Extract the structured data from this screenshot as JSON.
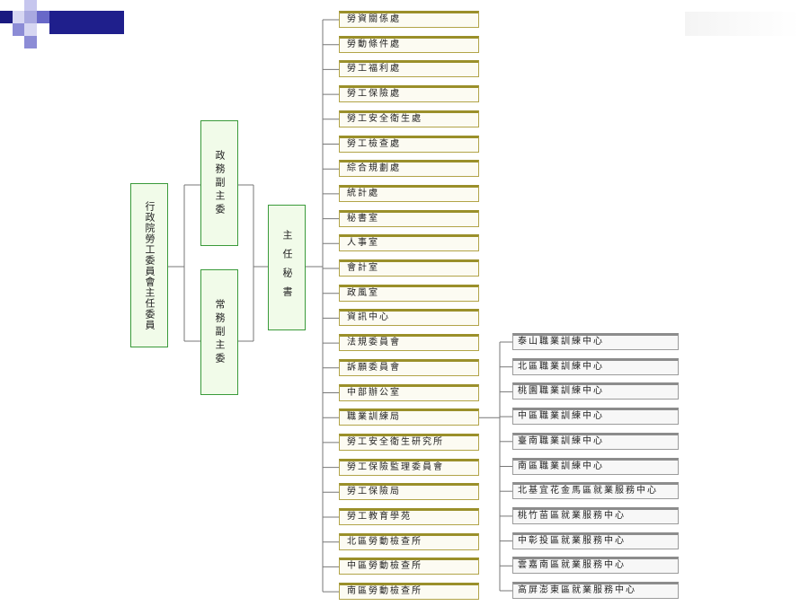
{
  "chief": "行政院勞工委員會主任委員",
  "deputies": [
    "政務副主委",
    "常務副主委"
  ],
  "secretary": "主任秘書",
  "units": [
    "勞資關係處",
    "勞動條件處",
    "勞工福利處",
    "勞工保險處",
    "勞工安全衛生處",
    "勞工檢查處",
    "綜合規劃處",
    "統計處",
    "秘書室",
    "人事室",
    "會計室",
    "政風室",
    "資訊中心",
    "法規委員會",
    "訴願委員會",
    "中部辦公室",
    "職業訓練局",
    "勞工安全衛生研究所",
    "勞工保險監理委員會",
    "勞工保險局",
    "勞工教育學苑",
    "北區勞動檢查所",
    "中區勞動檢查所",
    "南區勞動檢查所"
  ],
  "training_centers": [
    "泰山職業訓練中心",
    "北區職業訓練中心",
    "桃園職業訓練中心",
    "中區職業訓練中心",
    "臺南職業訓練中心",
    "南區職業訓練中心",
    "北基宜花金馬區就業服務中心",
    "桃竹苗區就業服務中心",
    "中彰投區就業服務中心",
    "雲嘉南區就業服務中心",
    "高屏澎東區就業服務中心"
  ],
  "colors": {
    "green_border": "#3a9a3a",
    "olive_border": "#9a8f2a",
    "gray_border": "#8c8c8c",
    "deco_navy": "#1a1a80",
    "deco_lavender": "#a9a9e0"
  }
}
